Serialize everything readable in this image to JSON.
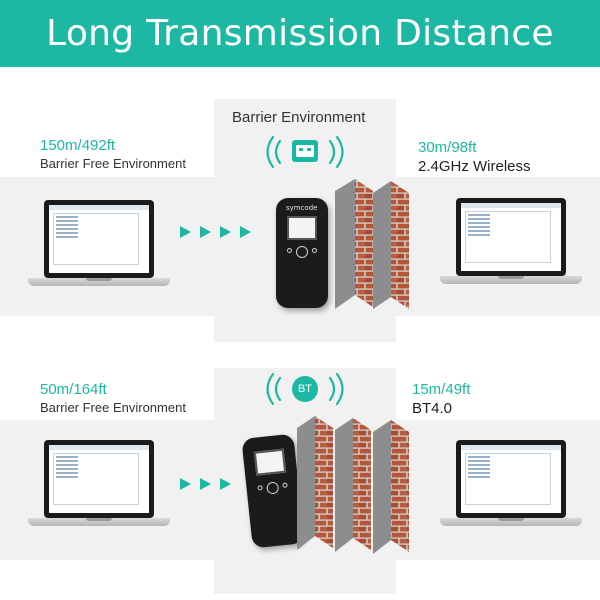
{
  "banner": {
    "title": "Long Transmission Distance"
  },
  "top_row": {
    "free": {
      "distance": "150m/492ft",
      "environment": "Barrier Free Environment"
    },
    "barrier": {
      "heading": "Barrier Environment",
      "distance": "30m/98ft",
      "mode": "2.4GHz Wireless"
    },
    "scanner_brand": "symcode"
  },
  "bottom_row": {
    "free": {
      "distance": "50m/164ft",
      "environment": "Barrier Free Environment"
    },
    "barrier": {
      "badge": "BT",
      "distance": "15m/49ft",
      "mode": "BT4.0"
    }
  },
  "colors": {
    "accent": "#1db8a4",
    "band": "#f1f1f1",
    "brick": "#b5563b"
  },
  "icons": [
    "usb-dongle-icon",
    "wireless-signal-icon",
    "bluetooth-badge-icon",
    "arrow-right-icon",
    "brick-wall-icon",
    "laptop-icon",
    "barcode-scanner-icon"
  ]
}
